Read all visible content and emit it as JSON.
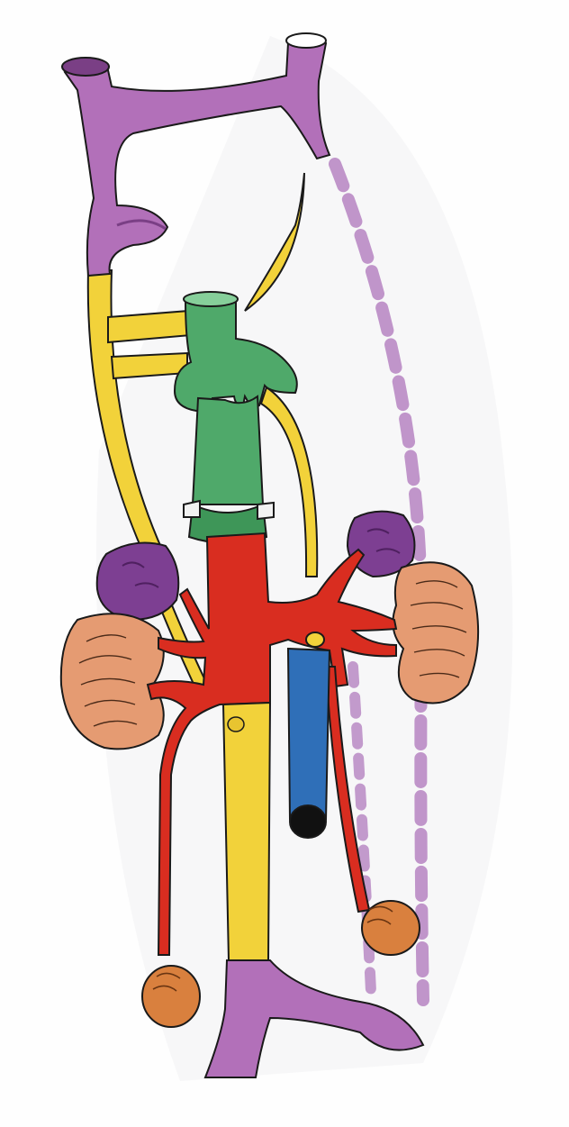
{
  "diagram": {
    "labels": [],
    "colors": {
      "purple_vessel": "#b270b9",
      "purple_dark": "#7a3f85",
      "yellow_vessel": "#f2d23a",
      "green_vessel": "#4fa96a",
      "red_vessel": "#d92d20",
      "blue_vessel": "#2f6fb8",
      "adrenal_gland": "#7d3f92",
      "kidney": "#e59b72",
      "gonad": "#d9803e",
      "dashed_outline": "#b98ac4",
      "stroke": "#1a1a1a",
      "background": "#fefefe"
    },
    "structures": [
      "purple-head-vessel",
      "yellow-left-vein",
      "yellow-curved-vessel",
      "yellow-thin-tail",
      "green-vessel",
      "red-central-vessel",
      "blue-vessel",
      "yellow-lower-vessel",
      "purple-lower-vessel",
      "left-adrenal",
      "right-adrenal",
      "left-kidney",
      "right-kidney",
      "left-gonad",
      "right-gonad",
      "dashed-purple-path"
    ]
  }
}
